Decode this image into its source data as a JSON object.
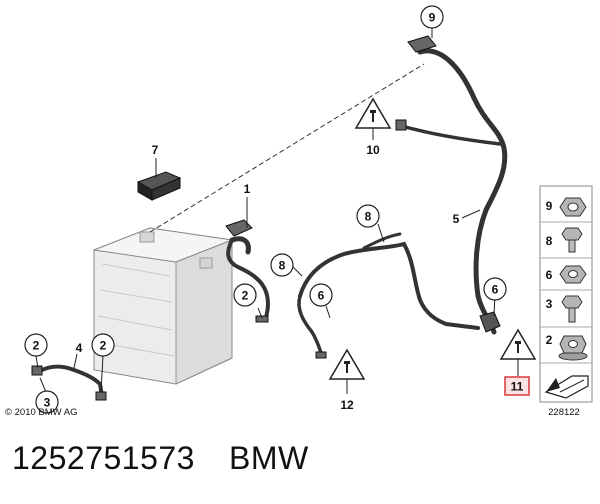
{
  "callouts": {
    "c1": "1",
    "c2a": "2",
    "c2b": "2",
    "c2c": "2",
    "c3": "3",
    "c4": "4",
    "c5": "5",
    "c6a": "6",
    "c6b": "6",
    "c7": "7",
    "c8a": "8",
    "c8b": "8",
    "c9": "9",
    "c10": "10",
    "c11": "11",
    "c12": "12"
  },
  "legend": {
    "items": [
      {
        "num": "9",
        "icon": "nut-icon"
      },
      {
        "num": "8",
        "icon": "bolt-icon"
      },
      {
        "num": "6",
        "icon": "nut-icon"
      },
      {
        "num": "3",
        "icon": "bolt-icon"
      },
      {
        "num": "2",
        "icon": "collar-nut-icon"
      }
    ]
  },
  "copyright": "© 2010 BMW AG",
  "diagram_number": "228122",
  "caption": {
    "part_number": "1252751573",
    "brand": "BMW"
  },
  "colors": {
    "highlight_box": "#d9383a",
    "highlight_fill": "#fbe3e3",
    "line": "#222222",
    "battery_fill": "#e9e9e9"
  }
}
